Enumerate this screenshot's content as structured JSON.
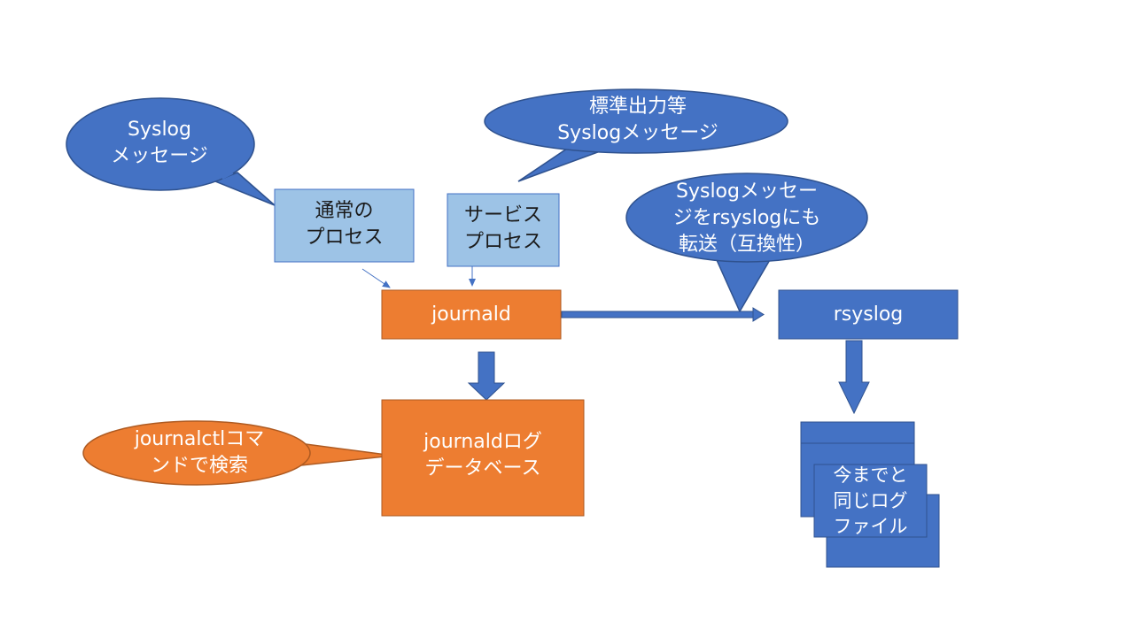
{
  "colors": {
    "orange": "#ED7D31",
    "orange_border": "#AE5A21",
    "blue": "#4472C4",
    "blue_border": "#2F528F",
    "light_blue": "#9DC3E6",
    "light_blue_border": "#4472C4",
    "arrow": "#4472C4"
  },
  "callouts": {
    "syslog": {
      "line1": "Syslog",
      "line2": "メッセージ"
    },
    "stdout": {
      "line1": "標準出力等",
      "line2": "Syslogメッセージ"
    },
    "forward": {
      "line1": "Syslogメッセー",
      "line2": "ジをrsyslogにも",
      "line3": "転送（互換性）"
    },
    "journalctl": {
      "line1": "journalctlコマ",
      "line2": "ンドで検索"
    }
  },
  "boxes": {
    "normal_process": {
      "line1": "通常の",
      "line2": "プロセス"
    },
    "service_process": {
      "line1": "サービス",
      "line2": "プロセス"
    },
    "journald": {
      "label": "journald"
    },
    "rsyslog": {
      "label": "rsyslog"
    },
    "journald_db": {
      "line1": "journaldログ",
      "line2": "データベース"
    },
    "log_files": {
      "line1": "今までと",
      "line2": "同じログ",
      "line3": "ファイル"
    }
  }
}
